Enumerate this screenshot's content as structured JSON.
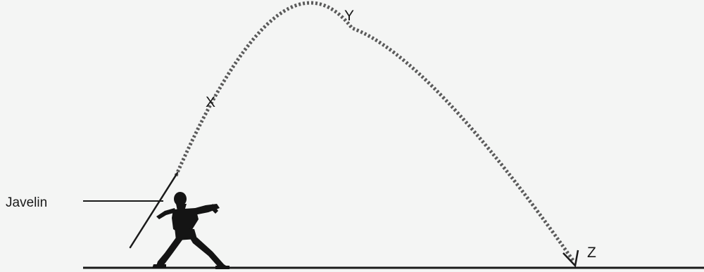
{
  "diagram": {
    "labels": {
      "javelin": "Javelin",
      "point_x": "X",
      "point_y": "Y",
      "point_z": "Z"
    },
    "colors": {
      "background": "#f4f5f4",
      "ink": "#1a1a1a",
      "trajectory": "#5a5a5a"
    }
  }
}
